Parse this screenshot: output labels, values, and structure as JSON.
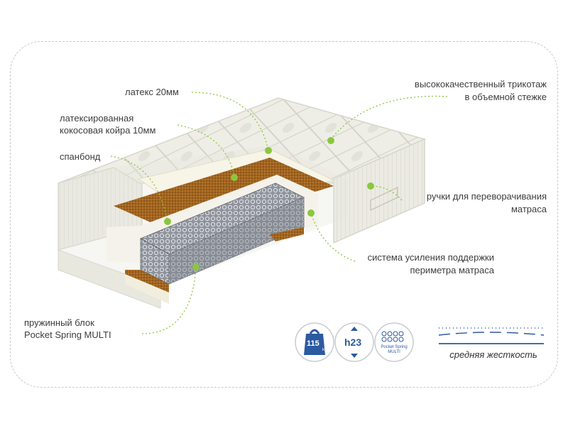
{
  "labels": {
    "latex": "латекс 20мм",
    "coir_line1": "латексированная",
    "coir_line2": "кокосовая койра 10мм",
    "spunbond": "спанбонд",
    "knit_line1": "высококачественный трикотаж",
    "knit_line2": "в объемной стежке",
    "handles_line1": "ручки для переворачивания",
    "handles_line2": "матраса",
    "perimeter_line1": "система усиления поддержки",
    "perimeter_line2": "периметра матраса",
    "spring_line1": "пружинный блок",
    "spring_line2": "Pocket Spring MULTI"
  },
  "badges": {
    "weight": "115",
    "weight_unit": "kg",
    "height": "h23",
    "spring_line1": "Pocket Spring",
    "spring_line2": "MULTI"
  },
  "stiffness": {
    "label": "средняя жесткость"
  },
  "colors": {
    "leader_green": "#8cc63f",
    "badge_blue": "#2c5aa0",
    "coir_brown": "#a2641f",
    "foam_white": "#f4f2ea"
  },
  "icons": [
    "weight-icon",
    "height-icon",
    "spring-block-icon",
    "stiffness-waves-icon"
  ]
}
